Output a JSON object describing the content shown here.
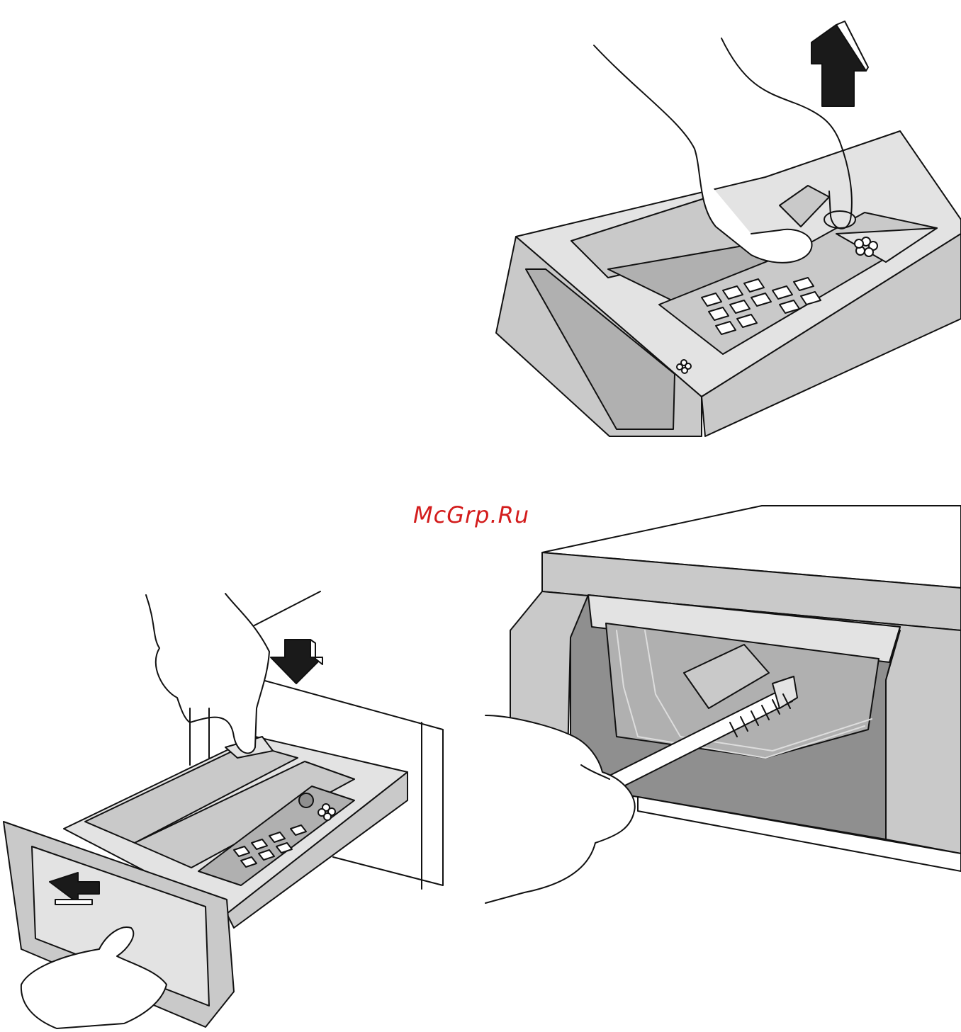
{
  "watermark": {
    "text": "McGrp.Ru",
    "color": "#d31d1d"
  },
  "illustrations": [
    {
      "name": "lift-siphon-insert",
      "icon": "arrow-up-icon"
    },
    {
      "name": "press-release-pull-drawer",
      "icon": "arrow-down-icon"
    },
    {
      "name": "brush-drawer-recess",
      "icon": "brush-icon"
    }
  ]
}
